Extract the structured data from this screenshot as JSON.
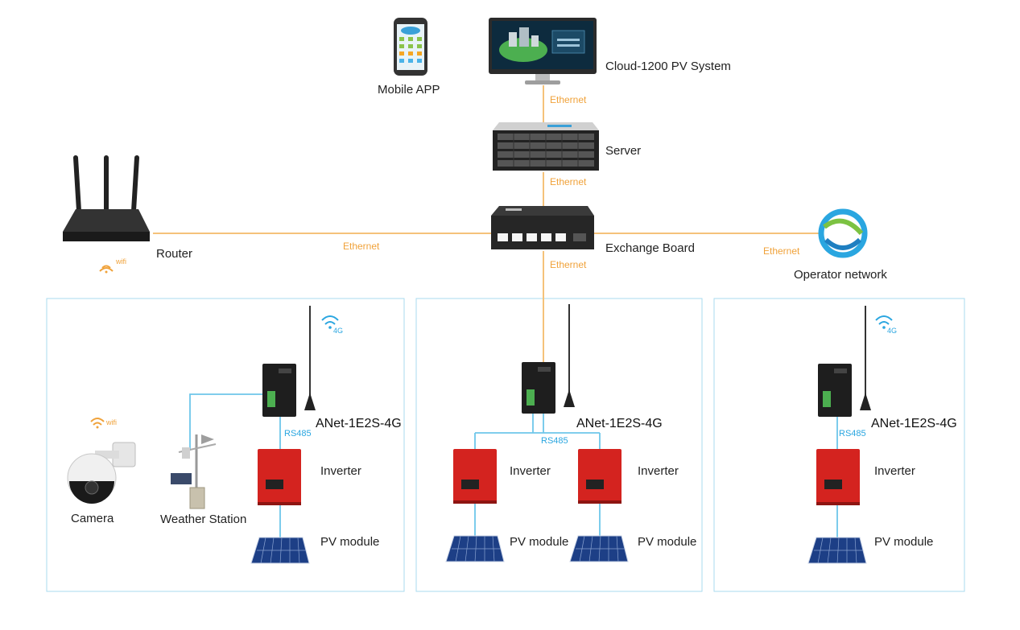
{
  "top": {
    "mobile_app": "Mobile APP",
    "cloud_system": "Cloud-1200 PV System",
    "server": "Server",
    "exchange_board": "Exchange Board",
    "router": "Router",
    "operator_network": "Operator network",
    "wifi": "wifi"
  },
  "links": {
    "eth_monitor_server": "Ethernet",
    "eth_server_switch": "Ethernet",
    "eth_router_switch": "Ethernet",
    "eth_switch_operator": "Ethernet",
    "eth_switch_site": "Ethernet"
  },
  "sites": [
    {
      "signal": "4G",
      "gateway": "ANet-1E2S-4G",
      "bus": "RS485",
      "inverter": "Inverter",
      "pv": "PV module",
      "camera": "Camera",
      "camera_wifi": "wifi",
      "weather": "Weather Station"
    },
    {
      "gateway": "ANet-1E2S-4G",
      "bus": "RS485",
      "inverter_a": "Inverter",
      "inverter_b": "Inverter",
      "pv_a": "PV module",
      "pv_b": "PV module"
    },
    {
      "signal": "4G",
      "gateway": "ANet-1E2S-4G",
      "bus": "RS485",
      "inverter": "Inverter",
      "pv": "PV module"
    }
  ]
}
